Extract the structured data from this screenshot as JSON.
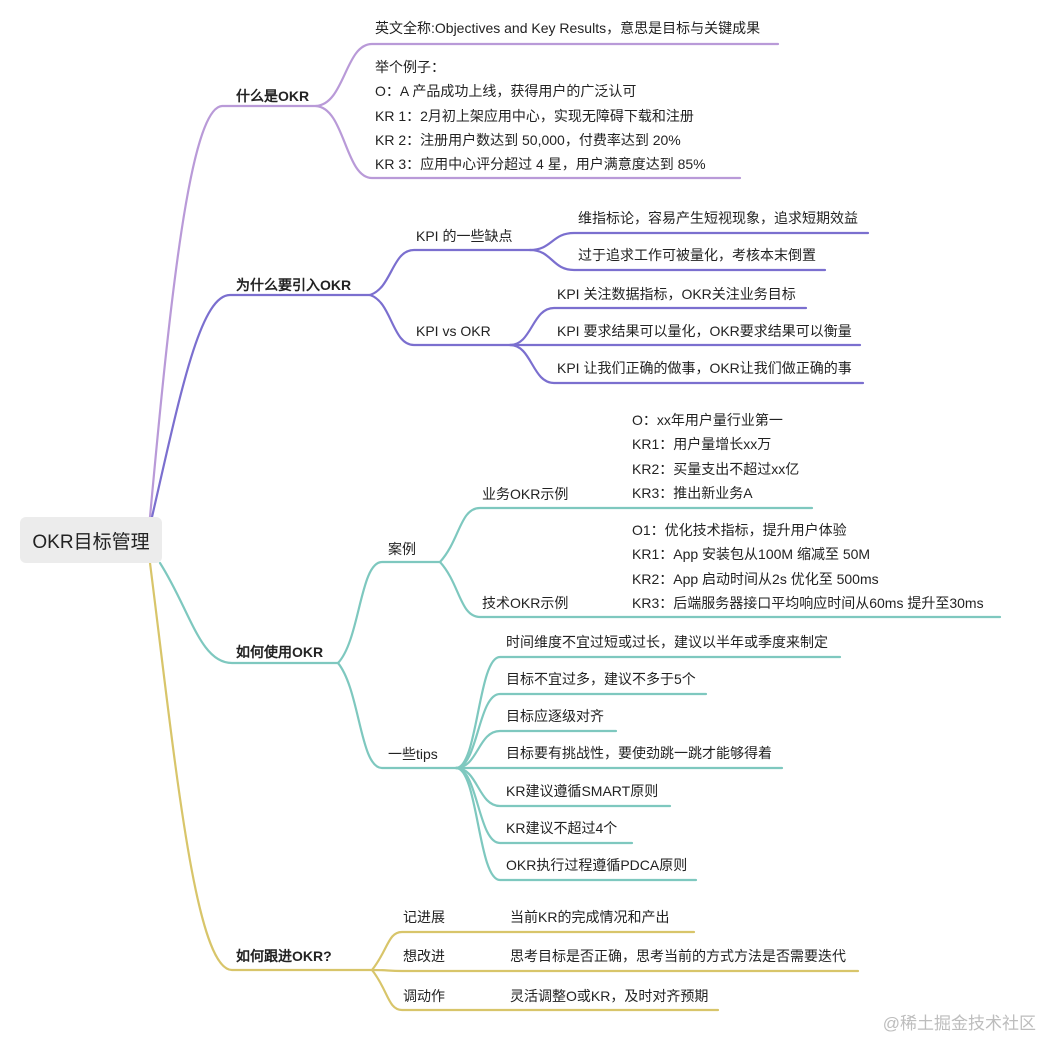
{
  "root": "OKR目标管理",
  "colors": {
    "purple": "#b99ad8",
    "indigo": "#7b6fcf",
    "teal": "#7ec8bf",
    "gold": "#d8c56a"
  },
  "branches": {
    "what": {
      "title": "什么是OKR",
      "full_name": "英文全称:Objectives and Key Results，意思是目标与关键成果",
      "example_lines": [
        "举个例子：",
        "O：A 产品成功上线，获得用户的广泛认可",
        "KR 1：2月初上架应用中心，实现无障碍下载和注册",
        "KR 2：注册用户数达到 50,000，付费率达到 20%",
        "KR 3：应用中心评分超过 4 星，用户满意度达到 85%"
      ]
    },
    "why": {
      "title": "为什么要引入OKR",
      "kpi_flaws": {
        "label": "KPI 的一些缺点",
        "items": [
          "维指标论，容易产生短视现象，追求短期效益",
          "过于追求工作可被量化，考核本末倒置"
        ]
      },
      "kpi_vs": {
        "label": "KPI vs OKR",
        "items": [
          "KPI 关注数据指标，OKR关注业务目标",
          "KPI 要求结果可以量化，OKR要求结果可以衡量",
          "KPI 让我们正确的做事，OKR让我们做正确的事"
        ]
      }
    },
    "how": {
      "title": "如何使用OKR",
      "cases": {
        "label": "案例",
        "biz": {
          "label": "业务OKR示例",
          "lines": [
            "O：xx年用户量行业第一",
            "KR1：用户量增长xx万",
            "KR2：买量支出不超过xx亿",
            "KR3：推出新业务A"
          ]
        },
        "tech": {
          "label": "技术OKR示例",
          "lines": [
            "O1：优化技术指标，提升用户体验",
            "KR1：App 安装包从100M 缩减至 50M",
            "KR2：App 启动时间从2s 优化至 500ms",
            "KR3：后端服务器接口平均响应时间从60ms 提升至30ms"
          ]
        }
      },
      "tips": {
        "label": "一些tips",
        "items": [
          "时间维度不宜过短或过长，建议以半年或季度来制定",
          "目标不宜过多，建议不多于5个",
          "目标应逐级对齐",
          "目标要有挑战性，要使劲跳一跳才能够得着",
          "KR建议遵循SMART原则",
          "KR建议不超过4个",
          "OKR执行过程遵循PDCA原则"
        ]
      }
    },
    "follow": {
      "title": "如何跟进OKR?",
      "items": [
        {
          "label": "记进展",
          "detail": "当前KR的完成情况和产出"
        },
        {
          "label": "想改进",
          "detail": "思考目标是否正确，思考当前的方式方法是否需要迭代"
        },
        {
          "label": "调动作",
          "detail": "灵活调整O或KR，及时对齐预期"
        }
      ]
    }
  },
  "watermark": "@稀土掘金技术社区"
}
